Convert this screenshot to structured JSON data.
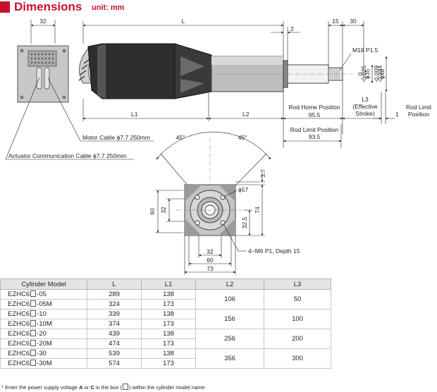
{
  "header": {
    "title": "Dimensions",
    "unit": "unit: mm"
  },
  "side_view": {
    "dim_32": "32",
    "dim_L": "L",
    "dim_2": "2",
    "dim_15": "15",
    "dim_30": "30",
    "thread": "M18 P1.5",
    "dia_35_tol": "0",
    "dia_35_tol2": "-0.025",
    "dia_35": "ϕ35",
    "dia_48_tol": "-0.009",
    "dia_48_tol2": "-0.034",
    "dia_48": "ϕ48",
    "dim_L1": "L1",
    "dim_L2": "L2",
    "rod_home_label": "Rod Home Position",
    "rod_home_value": "95.5",
    "l3_label": "L3",
    "l3_sub1": "(Effective",
    "l3_sub2": "Stroke)",
    "dim_1": "1",
    "rod_limit_right_1": "Rod Limit",
    "rod_limit_right_2": "Position",
    "rod_limit_label": "Rod Limit Position",
    "rod_limit_value": "93.5",
    "motor_cable": "Motor Cable ϕ7.7 250mm",
    "comm_cable": "Actuator Communication Cable ϕ7.7 250mm"
  },
  "front_view": {
    "angle_left": "45°",
    "angle_right": "45°",
    "dim_3_7": "3.7",
    "dia_57": "ϕ57",
    "dim_60_v": "60",
    "dim_32_v": "32",
    "dim_74": "74",
    "dim_32_5": "32.5",
    "holes": "4−M6 P1, Depth 15",
    "dim_32_h": "32",
    "dim_60_h": "60",
    "dim_73": "73"
  },
  "table": {
    "headers": [
      "Cylinder Model",
      "L",
      "L1",
      "L2",
      "L3"
    ],
    "rows": [
      {
        "prefix": "EZHC6",
        "suffix": "-05",
        "L": "289",
        "L1": "138"
      },
      {
        "prefix": "EZHC6",
        "suffix": "-05M",
        "L": "324",
        "L1": "173"
      },
      {
        "prefix": "EZHC6",
        "suffix": "-10",
        "L": "339",
        "L1": "138"
      },
      {
        "prefix": "EZHC6",
        "suffix": "-10M",
        "L": "374",
        "L1": "173"
      },
      {
        "prefix": "EZHC6",
        "suffix": "-20",
        "L": "439",
        "L1": "138"
      },
      {
        "prefix": "EZHC6",
        "suffix": "-20M",
        "L": "474",
        "L1": "173"
      },
      {
        "prefix": "EZHC6",
        "suffix": "-30",
        "L": "539",
        "L1": "138"
      },
      {
        "prefix": "EZHC6",
        "suffix": "-30M",
        "L": "574",
        "L1": "173"
      }
    ],
    "groups": [
      {
        "L2": "106",
        "L3": "50"
      },
      {
        "L2": "156",
        "L3": "100"
      },
      {
        "L2": "256",
        "L3": "200"
      },
      {
        "L2": "356",
        "L3": "300"
      }
    ]
  },
  "footnote": {
    "part1": "* Enter the power supply voltage",
    "a": "A",
    "or": "or",
    "c": "C",
    "part2": "in the box (",
    "part3": ") within the cylinder model name."
  }
}
